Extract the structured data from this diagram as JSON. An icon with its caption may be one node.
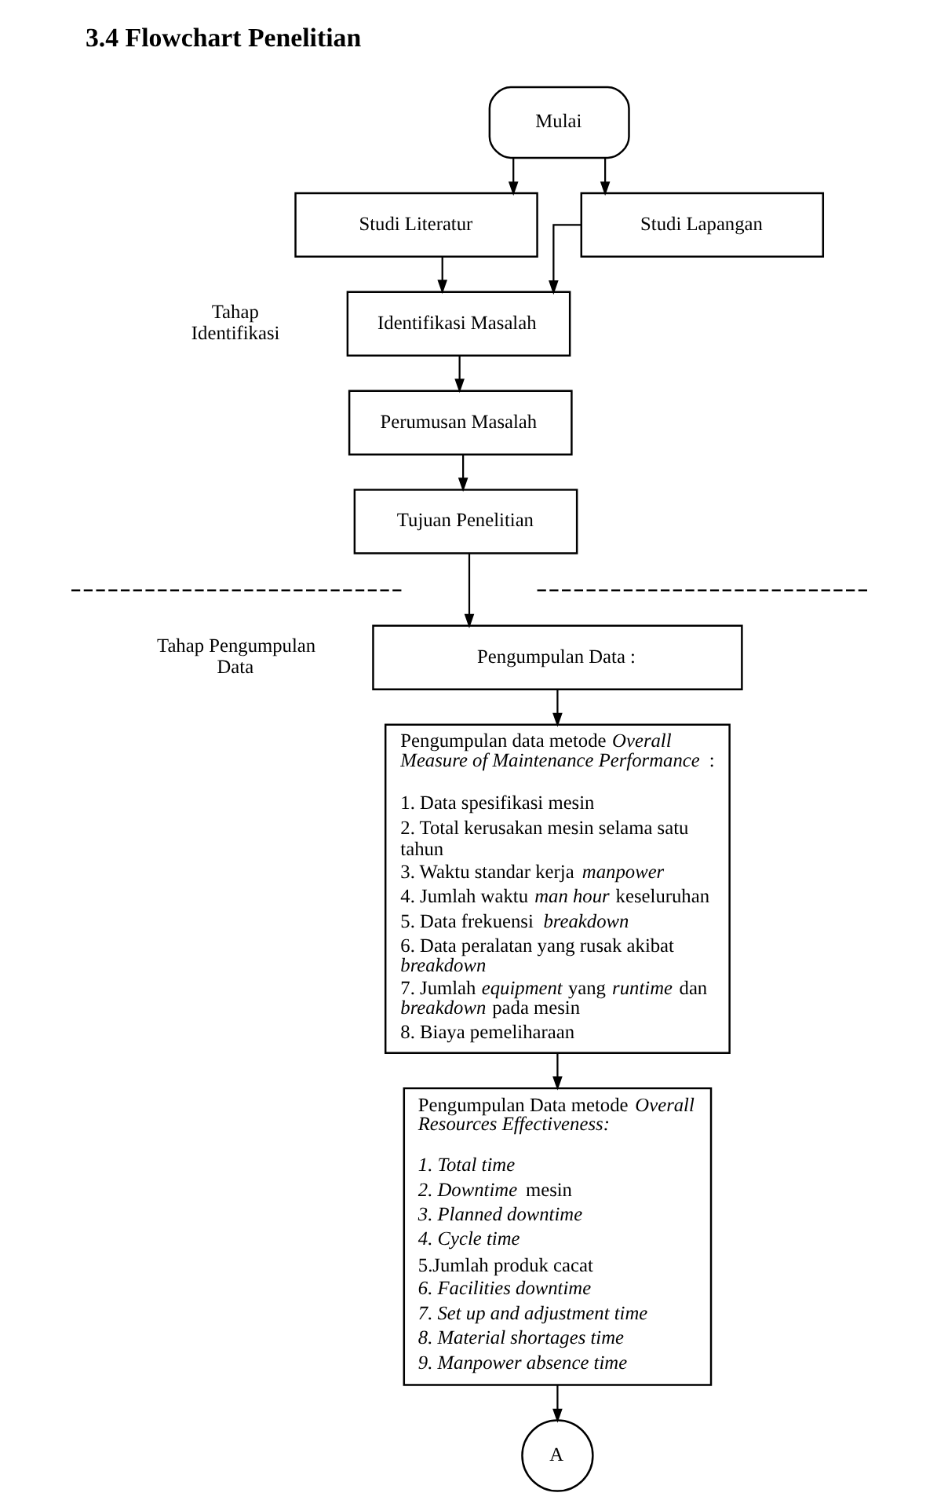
{
  "diagram": {
    "title": "3.4 Flowchart Penelitian",
    "nodes": [
      {
        "text": [
          "Mulai"
        ]
      },
      {
        "text": [
          "Studi Literatur"
        ]
      },
      {
        "text": [
          "Studi Lapangan"
        ]
      },
      {
        "text": [
          "Identifikasi Masalah"
        ]
      },
      {
        "text": [
          "Perumusan Masalah"
        ]
      },
      {
        "text": [
          "Tujuan Penelitian"
        ]
      },
      {
        "text": [
          "Pengumpulan Data :"
        ]
      },
      {
        "text": [
          "Pengumpulan data metode *Overall Measure of Maintenance Performance* :",
          "1. Data spesifikasi mesin",
          "2. Total kerusakan mesin selama satu tahun",
          "3. Waktu standar kerja *manpower*",
          "4. Jumlah waktu *man hour* keseluruhan",
          "5. Data frekuensi *breakdown*",
          "6. Data peralatan yang rusak akibat *breakdown*",
          "7. Jumlah *equipment* yang *runtime* dan *breakdown* pada mesin",
          "8. Biaya pemeliharaan"
        ]
      },
      {
        "text": [
          "Pengumpulan Data metode *Overall Resources Effectiveness:*",
          "1. Total time",
          "*2. Downtime* mesin",
          "3. Planned downtime",
          "4. Cycle time",
          "5.Jumlah produk cacat",
          "6. Facilities downtime",
          "7. Set up and adjustment time",
          "8. Material shortages time",
          "9. Manpower absence time"
        ]
      },
      {
        "text": [
          "A"
        ]
      }
    ],
    "edges": [
      {
        "from": 0,
        "to": 1,
        "arrow": "to"
      },
      {
        "from": 0,
        "to": 2,
        "arrow": "to"
      },
      {
        "from": 1,
        "to": 3,
        "arrow": "to"
      },
      {
        "from": 2,
        "to": 3,
        "arrow": "to"
      },
      {
        "from": 3,
        "to": 4,
        "arrow": "to"
      },
      {
        "from": 4,
        "to": 5,
        "arrow": "to"
      },
      {
        "from": 5,
        "to": 6,
        "arrow": "to"
      },
      {
        "from": 6,
        "to": 7,
        "arrow": "to"
      },
      {
        "from": 7,
        "to": 8,
        "arrow": "to"
      },
      {
        "from": 8,
        "to": 9,
        "arrow": "to"
      }
    ],
    "labels": [
      "Tahap Identifikasi",
      "Tahap Pengumpulan Data"
    ]
  }
}
